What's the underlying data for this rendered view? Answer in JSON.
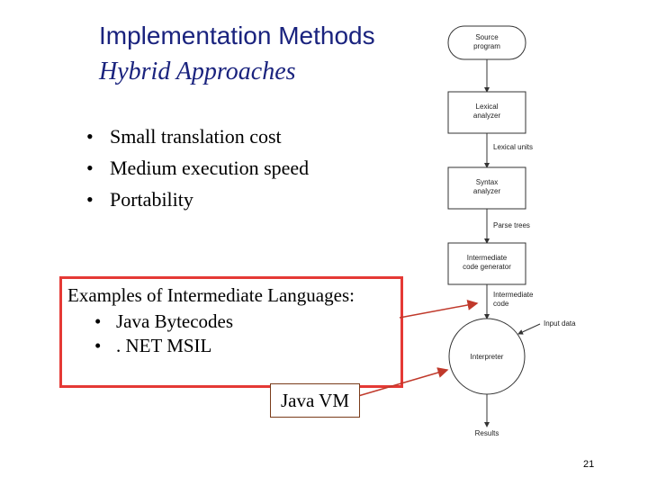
{
  "slide": {
    "title": "Implementation Methods",
    "subtitle": "Hybrid Approaches",
    "bullets": [
      "Small translation cost",
      "Medium execution speed",
      "Portability"
    ],
    "bullet_glyph": "•",
    "examples": {
      "heading": "Examples of Intermediate Languages:",
      "items": [
        "Java Bytecodes",
        ". NET MSIL"
      ]
    },
    "vm_label": "Java VM",
    "page_number": "21"
  },
  "diagram": {
    "source_program": [
      "Source",
      "program"
    ],
    "lexical_analyzer": [
      "Lexical",
      "analyzer"
    ],
    "lexical_units": "Lexical units",
    "syntax_analyzer": [
      "Syntax",
      "analyzer"
    ],
    "parse_trees": "Parse trees",
    "intermediate_code_generator": [
      "Intermediate",
      "code generator"
    ],
    "intermediate_code": [
      "Intermediate",
      "code"
    ],
    "input_data": "Input data",
    "interpreter": "Interpreter",
    "results": "Results"
  },
  "colors": {
    "title": "#1a237e",
    "examples_border": "#e53935",
    "pointer_arrow": "#c0392b"
  }
}
